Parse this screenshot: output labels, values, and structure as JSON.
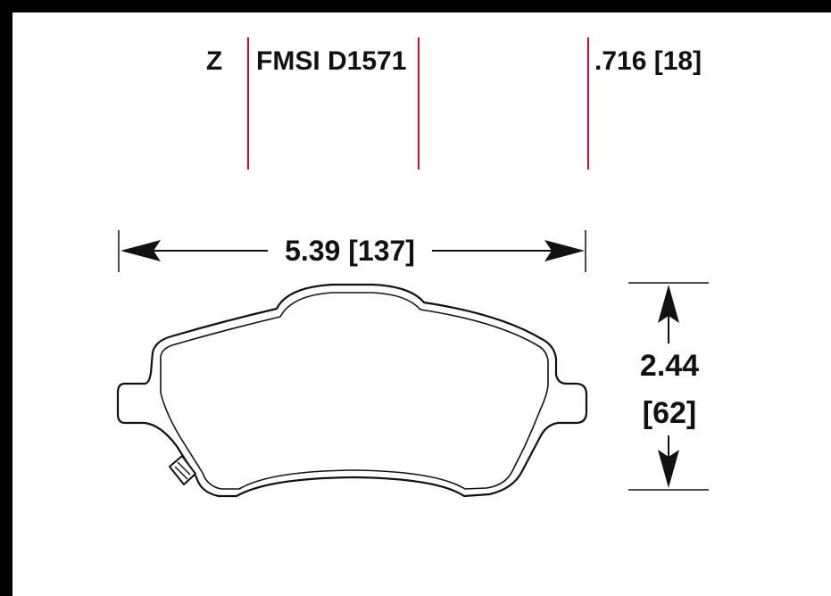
{
  "header": {
    "compound": "Z",
    "fmsi": "FMSI D1571",
    "thickness": ".716 [18]"
  },
  "dimensions": {
    "width": "5.39 [137]",
    "height_in": "2.44",
    "height_mm": "[62]"
  },
  "colors": {
    "background": "#ffffff",
    "frame": "#000000",
    "divider": "#c8102e",
    "ink": "#111111"
  }
}
